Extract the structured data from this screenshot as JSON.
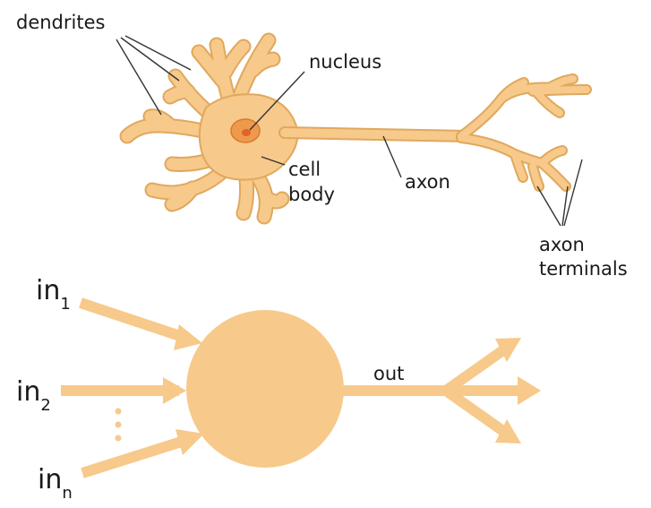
{
  "colors": {
    "neuron_fill": "#F7C98A",
    "neuron_stroke": "#E0A85E",
    "nucleus_outer": "#EE9A4D",
    "nucleus_inner": "#E0632A",
    "arrow_fill": "#F7C98A",
    "pointer_line": "#333333"
  },
  "biological_neuron": {
    "labels": {
      "dendrites": "dendrites",
      "nucleus": "nucleus",
      "cell_body_line1": "cell",
      "cell_body_line2": "body",
      "axon": "axon",
      "axon_terminals_line1": "axon",
      "axon_terminals_line2": "terminals"
    }
  },
  "artificial_neuron": {
    "inputs": [
      {
        "base": "in",
        "subscript": "1"
      },
      {
        "base": "in",
        "subscript": "2"
      },
      {
        "base": "in",
        "subscript": "n"
      }
    ],
    "ellipsis": "⋮",
    "output_label": "out"
  }
}
